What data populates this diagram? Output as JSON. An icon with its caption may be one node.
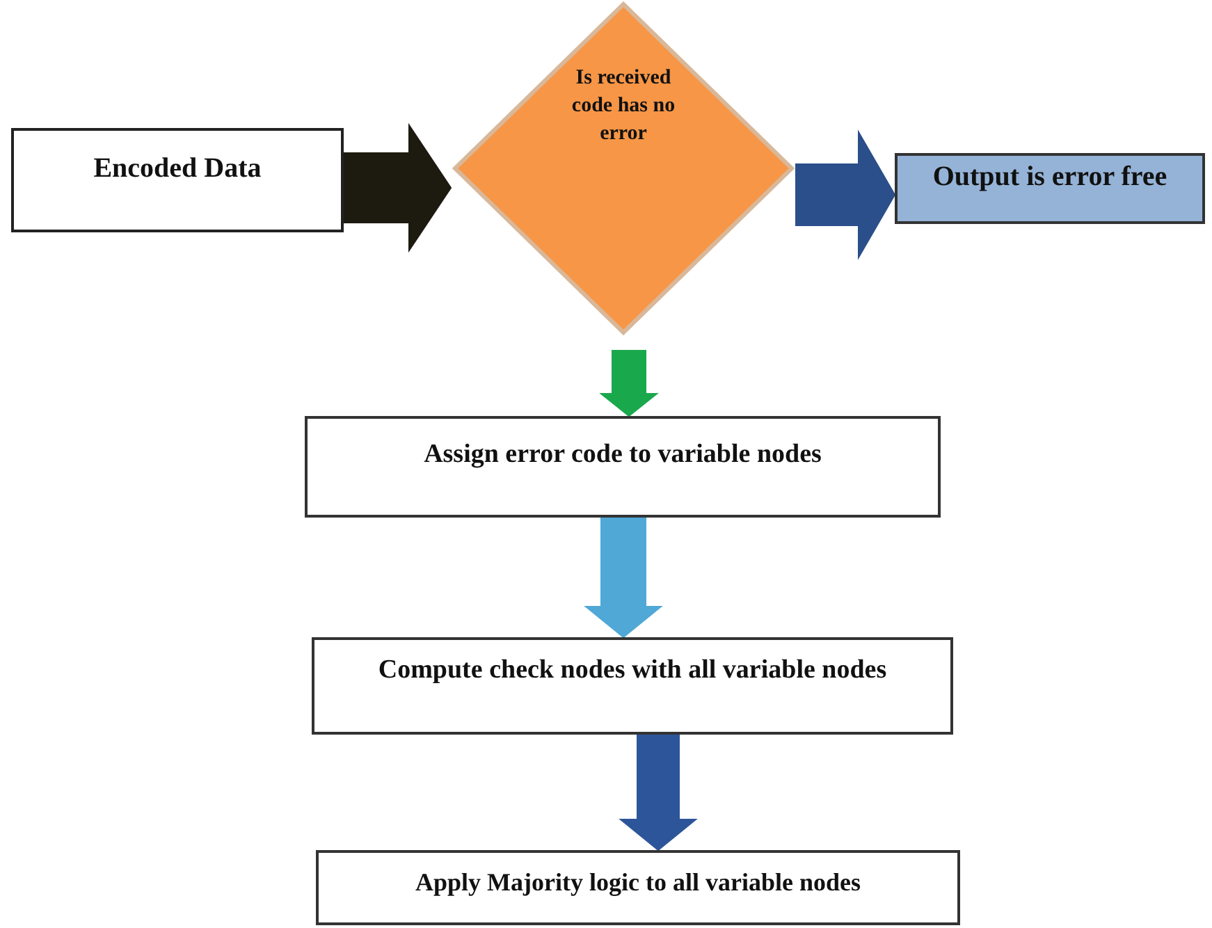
{
  "diagram": {
    "nodes": [
      {
        "text": [
          "Encoded Data"
        ]
      },
      {
        "text": [
          "Is received code has no error"
        ]
      },
      {
        "text": [
          "Output is error free"
        ]
      },
      {
        "text": [
          "Assign error code to variable nodes"
        ]
      },
      {
        "text": [
          "Compute check nodes with all variable nodes"
        ]
      },
      {
        "text": [
          "Apply Majority logic to all variable nodes"
        ]
      }
    ],
    "edges": [
      {
        "from": 0,
        "to": 1,
        "arrow": "to",
        "color": "#1d1a10"
      },
      {
        "from": 1,
        "to": 2,
        "arrow": "to",
        "color": "#2a4f8a"
      },
      {
        "from": 1,
        "to": 3,
        "arrow": "to",
        "color": "#1aa84c"
      },
      {
        "from": 3,
        "to": 4,
        "arrow": "to",
        "color": "#4fa8d6"
      },
      {
        "from": 4,
        "to": 5,
        "arrow": "to",
        "color": "#2d5599"
      }
    ]
  }
}
